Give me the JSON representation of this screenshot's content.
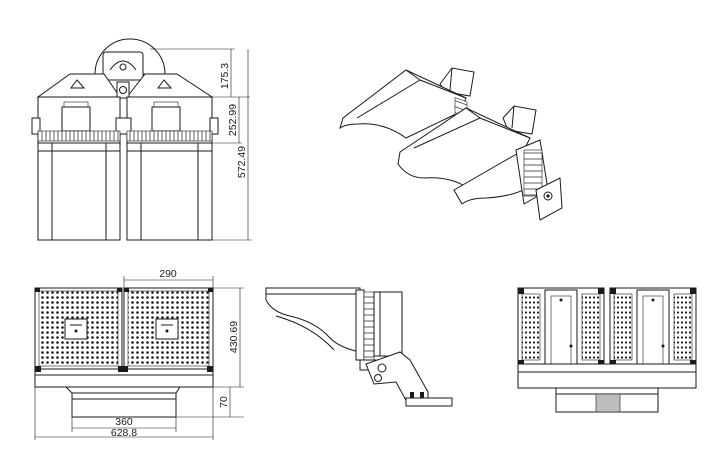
{
  "dimensions": {
    "side_top_height": "175.3",
    "side_mid_height": "252.99",
    "side_total_height": "572.49",
    "front_module_width": "290",
    "front_height": "430.69",
    "front_bracket_height": "70",
    "front_bracket_width": "360",
    "front_total_width": "628.8"
  }
}
